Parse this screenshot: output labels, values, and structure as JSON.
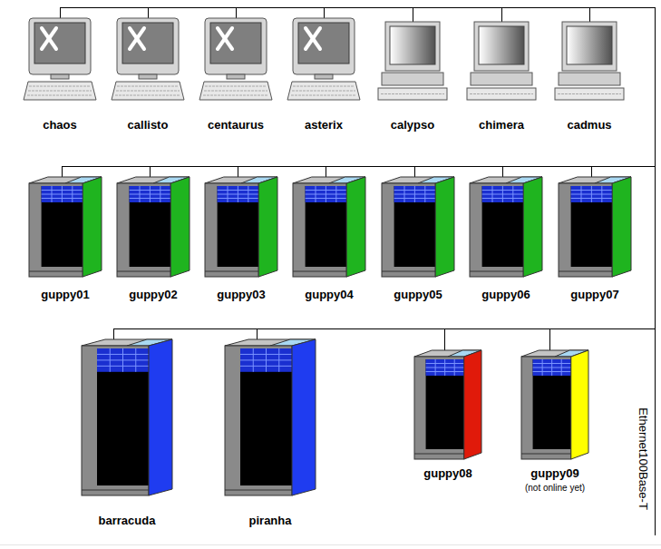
{
  "diagram": {
    "nodes": [
      {
        "text": [
          "chaos"
        ]
      },
      {
        "text": [
          "callisto"
        ]
      },
      {
        "text": [
          "centaurus"
        ]
      },
      {
        "text": [
          "asterix"
        ]
      },
      {
        "text": [
          "calypso"
        ]
      },
      {
        "text": [
          "chimera"
        ]
      },
      {
        "text": [
          "cadmus"
        ]
      },
      {
        "text": [
          "guppy01"
        ]
      },
      {
        "text": [
          "guppy02"
        ]
      },
      {
        "text": [
          "guppy03"
        ]
      },
      {
        "text": [
          "guppy04"
        ]
      },
      {
        "text": [
          "guppy05"
        ]
      },
      {
        "text": [
          "guppy06"
        ]
      },
      {
        "text": [
          "guppy07"
        ]
      },
      {
        "text": [
          "barracuda"
        ]
      },
      {
        "text": [
          "piranha"
        ]
      },
      {
        "text": [
          "guppy08"
        ]
      },
      {
        "text": [
          "guppy09",
          "(not online yet)"
        ]
      }
    ],
    "labels": [
      "Ethernet100Base-T"
    ]
  }
}
